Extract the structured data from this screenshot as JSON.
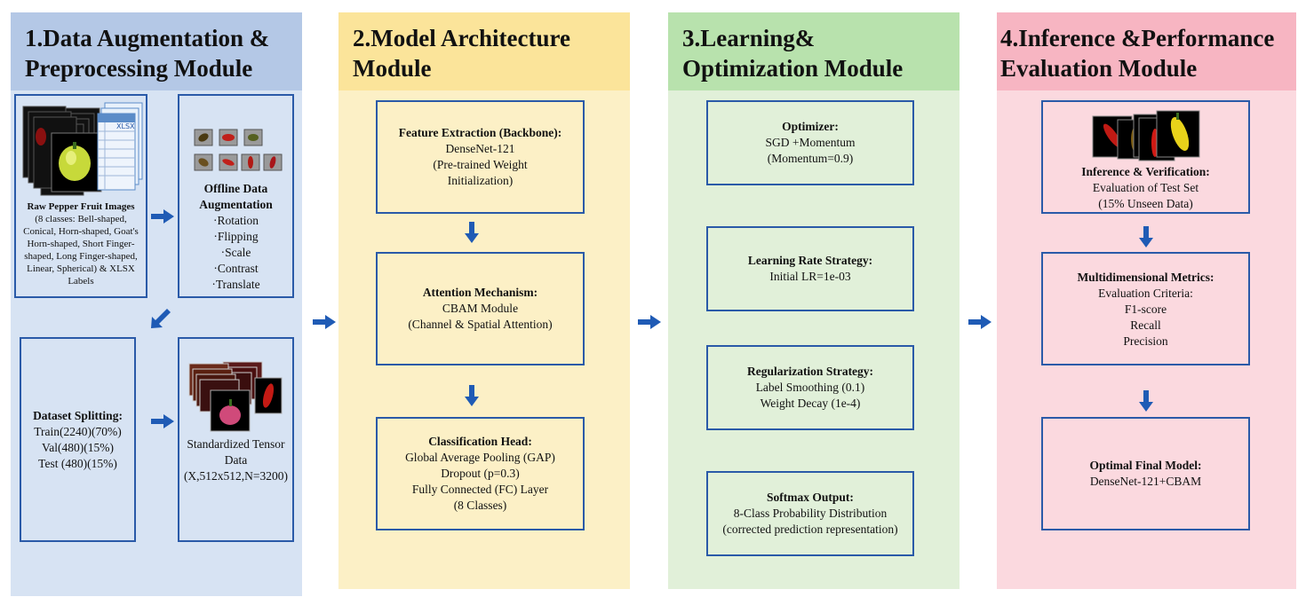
{
  "colors": {
    "m1_head": "#b4c8e6",
    "m1_body": "#d7e3f3",
    "m2_head": "#fbe49a",
    "m2_body": "#fcf0c6",
    "m3_head": "#b8e2ad",
    "m3_body": "#e1f0d9",
    "m4_head": "#f7b5c2",
    "m4_body": "#fbd9df",
    "border": "#2a5aa8",
    "arrow": "#1f5bb5"
  },
  "module1": {
    "title_l1": "1.Data Augmentation &",
    "title_l2": "Preprocessing Module",
    "raw": {
      "title": "Raw Pepper Fruit Images",
      "desc": "(8 classes: Bell-shaped, Conical, Horn-shaped, Goat's Horn-shaped, Short Finger-shaped, Long Finger-shaped, Linear, Spherical) & XLSX Labels",
      "xlsx_label": "XLSX"
    },
    "aug": {
      "title_l1": "Offline Data",
      "title_l2": "Augmentation",
      "items": [
        "·Rotation",
        "·Flipping",
        "·Scale",
        "·Contrast",
        "·Translate"
      ]
    },
    "split": {
      "title": "Dataset Splitting:",
      "lines": [
        "Train(2240)(70%)",
        "Val(480)(15%)",
        "Test (480)(15%)"
      ]
    },
    "tensor": {
      "lines": [
        "Standardized Tensor",
        "Data",
        "(X,512x512,N=3200)"
      ]
    }
  },
  "module2": {
    "title_l1": "2.Model Architecture",
    "title_l2": "Module",
    "feature": {
      "title": "Feature Extraction (Backbone):",
      "lines": [
        "DenseNet-121",
        "(Pre-trained Weight",
        "Initialization)"
      ]
    },
    "attention": {
      "title": "Attention Mechanism:",
      "lines": [
        "CBAM Module",
        "(Channel & Spatial Attention)"
      ]
    },
    "head": {
      "title": "Classification Head:",
      "lines": [
        "Global Average Pooling (GAP)",
        "Dropout (p=0.3)",
        "Fully Connected (FC) Layer",
        "(8 Classes)"
      ]
    }
  },
  "module3": {
    "title_l1": "3.Learning&",
    "title_l2": "Optimization Module",
    "optimizer": {
      "title": "Optimizer:",
      "lines": [
        "SGD +Momentum",
        "(Momentum=0.9)"
      ]
    },
    "lr": {
      "title": "Learning Rate Strategy:",
      "lines": [
        "Initial LR=1e-03"
      ]
    },
    "reg": {
      "title": "Regularization Strategy:",
      "lines": [
        "Label Smoothing (0.1)",
        "Weight Decay (1e-4)"
      ]
    },
    "softmax": {
      "title": "Softmax Output:",
      "lines": [
        "8-Class Probability Distribution",
        "(corrected prediction representation)"
      ]
    }
  },
  "module4": {
    "title_l1": "4.Inference &Performance",
    "title_l2": "Evaluation Module",
    "inference": {
      "title": "Inference & Verification:",
      "lines": [
        "Evaluation of Test Set",
        "(15% Unseen Data)"
      ]
    },
    "metrics": {
      "title": "Multidimensional Metrics:",
      "lines": [
        "Evaluation Criteria:",
        "F1-score",
        "Recall",
        "Precision"
      ]
    },
    "final": {
      "title": "Optimal Final Model:",
      "lines": [
        "DenseNet-121+CBAM"
      ]
    }
  }
}
